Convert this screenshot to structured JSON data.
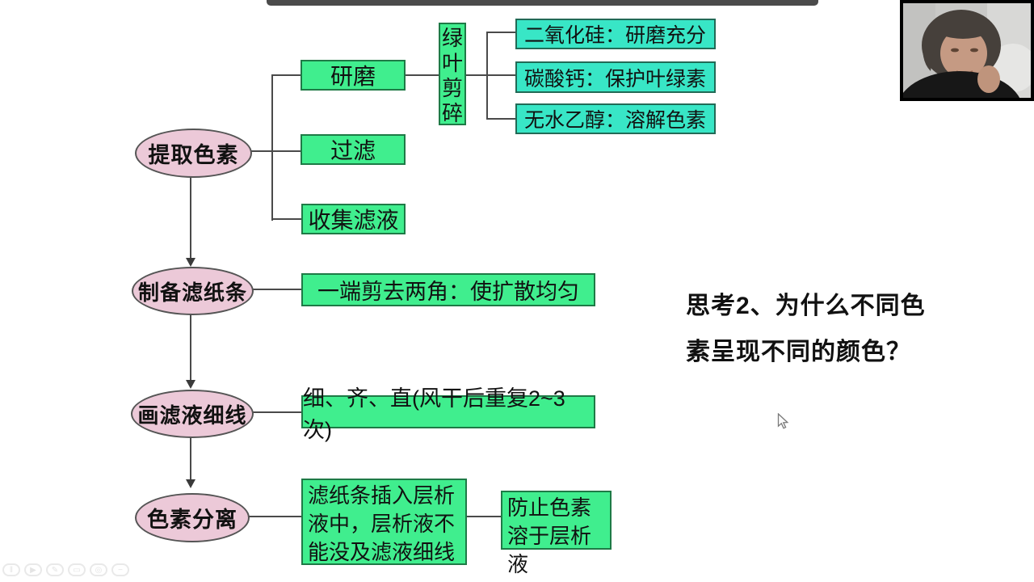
{
  "flowchart": {
    "stage1": "提取色素",
    "stage2": "制备滤纸条",
    "stage3": "画滤液细线",
    "stage4": "色素分离",
    "step_grind": "研磨",
    "step_filter": "过滤",
    "step_collect": "收集滤液",
    "grind_pre": "绿\n叶\n剪\n碎",
    "reagent1": "二氧化硅：研磨充分",
    "reagent2": "碳酸钙：保护叶绿素",
    "reagent3": "无水乙醇：溶解色素",
    "note_prepare": "一端剪去两角：使扩散均匀",
    "note_line": "细、齐、直(风干后重复2~3次)",
    "note_separate": "滤纸条插入层析\n液中，层析液不\n能没及滤液细线",
    "note_reason": "防止色素\n溶于层析液"
  },
  "question": {
    "text": "思考2、为什么不同色\n素呈现不同的颜色？"
  },
  "toolbar": {
    "icons": [
      {
        "name": "pause-icon",
        "glyph": "‖"
      },
      {
        "name": "play-icon",
        "glyph": "▶"
      },
      {
        "name": "pen-icon",
        "glyph": "✎"
      },
      {
        "name": "eraser-icon",
        "glyph": "▭"
      },
      {
        "name": "magnifier-icon",
        "glyph": "◎"
      },
      {
        "name": "minus-icon",
        "glyph": "−"
      }
    ]
  },
  "colors": {
    "box_green": "#40ee8e",
    "box_teal": "#38e6c6",
    "ellipse_pink": "#ecc9d8",
    "connector": "#4a4a4a",
    "topbar": "#4b4b4b"
  }
}
